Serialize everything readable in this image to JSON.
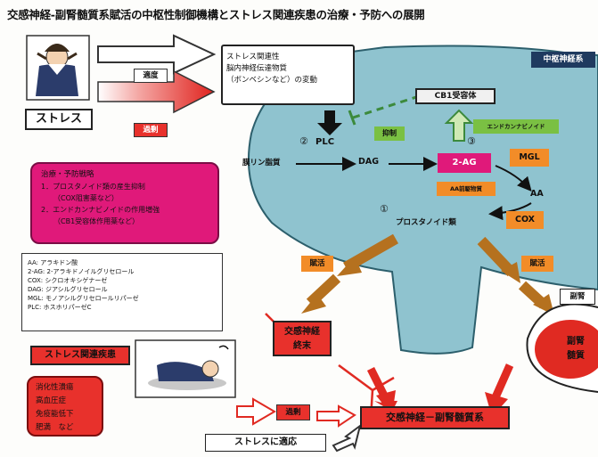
{
  "title": "交感神経-副腎髄質系賦活の中枢性制御機構とストレス関連疾患の治療・予防への展開",
  "stress_label": "ストレス",
  "moderate_label": "適度",
  "excessive_label": "過剰",
  "neuro_box": {
    "line1": "ストレス関連性",
    "line2": "脳内神経伝達物質",
    "line3": "（ボンベシンなど）の変動"
  },
  "cns_label": "中枢神経系",
  "cb1": "CB1受容体",
  "inhibit": "抑制",
  "endocannabinoid": "エンドカンナビノイド",
  "plc_num": "②",
  "plc": "PLC",
  "num3": "③",
  "membrane_lipid": "膜リン脂質",
  "dag": "DAG",
  "two_ag": "2-AG",
  "mgl": "MGL",
  "aa_metabolite": "AA前駆物質",
  "aa": "AA",
  "num1": "①",
  "prostanoid": "プロスタノイド類",
  "cox": "COX",
  "strategy": {
    "title": "治療・予防戦略",
    "l1": "1．プロスタノイド類の産生抑制",
    "l2": "（COX阻害薬など）",
    "l3": "2．エンドカンナビノイドの作用増強",
    "l4": "（CB1受容体作用薬など）"
  },
  "abbr": [
    "AA: アラキドン酸",
    "2-AG: 2-アラキドノイルグリセロール",
    "COX: シクロオキシゲナーゼ",
    "DAG: ジアシルグリセロール",
    "MGL: モノアシルグリセロールリパーゼ",
    "PLC: ホスホリパーゼC"
  ],
  "activate1": "賦活",
  "activate2": "賦活",
  "adrenal": "副腎",
  "sympathetic_ending": {
    "l1": "交感神経",
    "l2": "終末"
  },
  "adrenal_medulla": {
    "l1": "副腎",
    "l2": "髄質"
  },
  "disease_title": "ストレス関連疾患",
  "diseases": [
    "消化性潰瘍",
    "高血圧症",
    "免疫能低下",
    "肥満　など"
  ],
  "excessive2": "過剰",
  "sa_system": "交感神経－副腎髄質系",
  "adaptation": "ストレスに適応",
  "colors": {
    "cell": "#8fc3cf",
    "red": "#e8312c",
    "magenta": "#e0197a",
    "green": "#7ac043",
    "orange": "#f28c28",
    "arrow_brown": "#b5711f",
    "navy": "#1f3a5f"
  }
}
